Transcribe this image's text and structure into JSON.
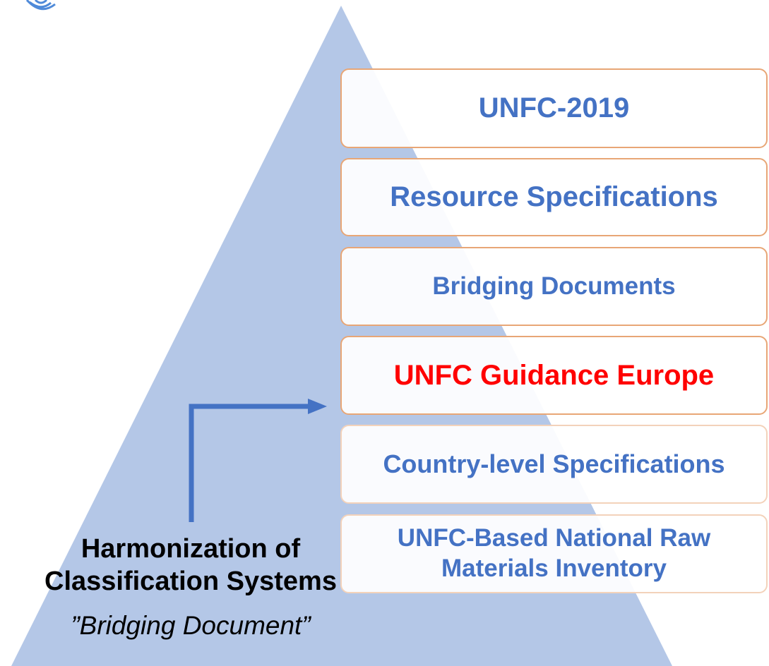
{
  "pyramid": {
    "levels": [
      {
        "label": "UNFC-2019",
        "style": "blue"
      },
      {
        "label": "Resource Specifications",
        "style": "blue"
      },
      {
        "label": "Bridging Documents",
        "style": "blue"
      },
      {
        "label": "UNFC Guidance Europe",
        "style": "red"
      },
      {
        "label": "Country-level Specifications",
        "style": "blue"
      },
      {
        "label": "UNFC-Based National Raw Materials Inventory",
        "style": "blue"
      }
    ]
  },
  "annotation": {
    "title": "Harmonization of Classification Systems",
    "subtitle": "”Bridging Document”"
  },
  "colors": {
    "pyramid_fill": "#b4c7e7",
    "box_text": "#4472c4",
    "highlight_text": "#ff0000",
    "box_border": "#e8a676",
    "arrow": "#4472c4"
  }
}
